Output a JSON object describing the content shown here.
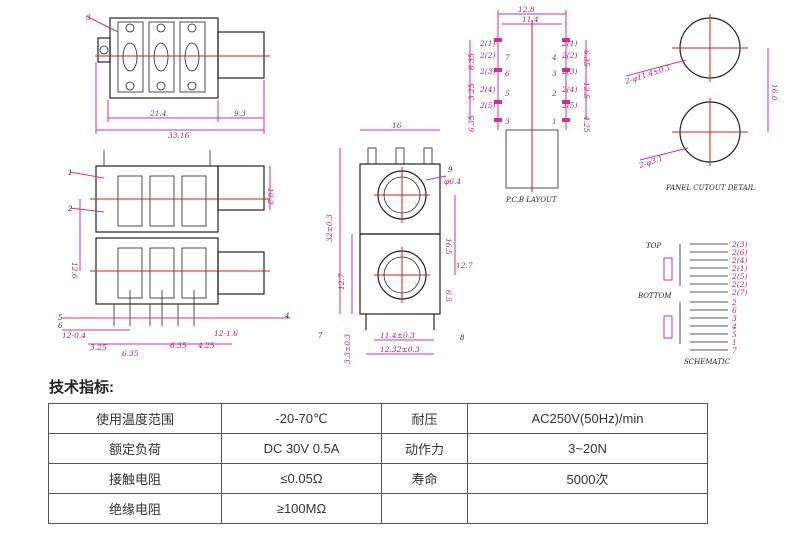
{
  "drawing": {
    "top_view": {
      "callout": "3",
      "dims": [
        "21.4",
        "9.3",
        "33.16"
      ]
    },
    "front_view": {
      "callouts": [
        "1",
        "2",
        "5",
        "6",
        "4"
      ],
      "dims": [
        "10.2",
        "12.6",
        "12-0.4",
        "3.25",
        "6.35",
        "6.35",
        "4.25",
        "12-1.6"
      ]
    },
    "side_view": {
      "callouts": [
        "7",
        "8",
        "9"
      ],
      "dims": [
        "16",
        "32±0.3",
        "16.5",
        "12.7",
        "6.5",
        "12.7",
        "11.4±0.3",
        "12.32±0.3",
        "φ6.4",
        "3.3±0.3"
      ]
    },
    "pcb_layout": {
      "title": "P.C.B LAYOUT",
      "top_dims": [
        "12.8",
        "11.4"
      ],
      "left_pins": [
        "2(1)",
        "2(2)",
        "2(3)",
        "2(4)",
        "2(5)"
      ],
      "right_pins": [
        "2(1)",
        "2(2)",
        "2(3)",
        "2(4)",
        "2(5)"
      ],
      "pin_codes_left": [
        "7",
        "6",
        "5",
        "3"
      ],
      "pin_codes_right": [
        "4",
        "3",
        "2",
        "1"
      ],
      "left_dims": [
        "6.35",
        "3.25",
        "6.35"
      ],
      "right_dims": [
        "6.35",
        "12.5",
        "4.25"
      ]
    },
    "panel_cutout": {
      "title": "PANEL CUTOUT DETAIL",
      "labels": [
        "2-φ11.4±0.1",
        "2-φ3.1"
      ],
      "dim": "16.0"
    },
    "schematic": {
      "title": "SCHEMATIC",
      "top_label": "TOP",
      "bottom_label": "BOTTOM",
      "top_pins": [
        "2(3)",
        "2(6)",
        "2(4)",
        "2(1)",
        "2(5)",
        "2(2)",
        "2(7)"
      ],
      "bottom_pins": [
        "2",
        "6",
        "3",
        "4",
        "5",
        "1",
        "7"
      ]
    }
  },
  "section_title": "技术指标:",
  "spec_table": {
    "rows": [
      [
        "使用温度范围",
        "-20-70℃",
        "耐压",
        "AC250V(50Hz)/min"
      ],
      [
        "额定负荷",
        "DC 30V 0.5A",
        "动作力",
        "3~20N"
      ],
      [
        "接触电阻",
        "≤0.05Ω",
        "寿命",
        "5000次"
      ],
      [
        "绝缘电阻",
        "≥100MΩ",
        "",
        ""
      ]
    ]
  }
}
